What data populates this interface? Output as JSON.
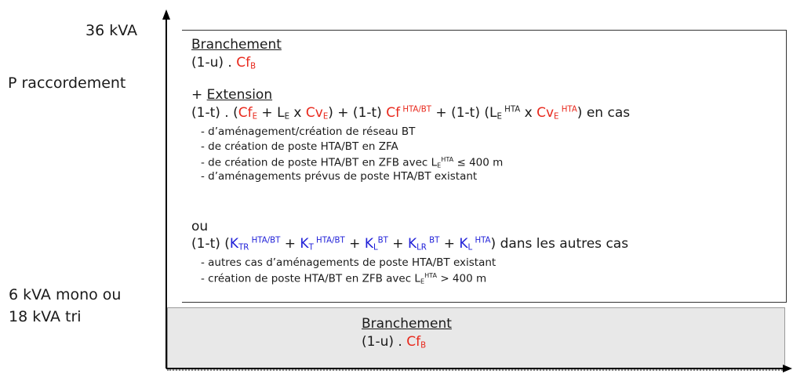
{
  "axis_labels": {
    "top": "36 kVA",
    "middle": "P raccordement",
    "bottom_line1": "6 kVA mono ou",
    "bottom_line2": "18 kVA tri"
  },
  "colors": {
    "red": "#e8281c",
    "blue": "#2020d8"
  },
  "top_box": {
    "branchement_title": "Branchement",
    "branchement_formula": {
      "prefix": "(1-u) . ",
      "term": "Cf",
      "term_sub": "B"
    },
    "extension_plus": "+ ",
    "extension_title": "Extension",
    "extension_formula": {
      "p1": "(1-t) . (",
      "cf": "Cf",
      "cf_sub": "E",
      "p2": " + L",
      "l_sub": "E",
      "p3": " x ",
      "cv": "Cv",
      "cv_sub": "E",
      "p4": ") + (1-t) ",
      "cf2": "Cf",
      "cf2_sup": " HTA/BT",
      "p5": " + (1-t) (L",
      "l2_sub": "E",
      "l2_sup": " HTA",
      "p6": " x ",
      "cv2": "Cv",
      "cv2_sub": "E",
      "cv2_sup": " HTA",
      "p7": ")  en cas"
    },
    "extension_cases": [
      "- d’aménagement/création de réseau BT",
      "- de création de poste HTA/BT en ZFA",
      "- d’aménagements prévus de poste HTA/BT existant"
    ],
    "extension_case_l400": {
      "prefix": "- de création de poste HTA/BT en ZFB avec L",
      "sub": "E",
      "sup": "HTA",
      "suffix": " ≤ 400 m"
    },
    "ou": "ou",
    "autres_formula": {
      "p1": "(1-t) (",
      "ktr": "K",
      "ktr_sub": "TR",
      "ktr_sup": " HTA/BT",
      "plus1": " + ",
      "kt": "K",
      "kt_sub": "T",
      "kt_sup": " HTA/BT",
      "plus2": " + ",
      "kl": "K",
      "kl_sub": "L",
      "kl_sup": "BT",
      "plus3": " + ",
      "klr": "K",
      "klr_sub": "LR",
      "klr_sup": " BT",
      "plus4": " + ",
      "kl2": "K",
      "kl2_sub": "L",
      "kl2_sup": " HTA",
      "p2": ")  dans les autres cas"
    },
    "autres_case1": "- autres cas d’aménagements de poste HTA/BT existant",
    "autres_case2": {
      "prefix": "- création de poste HTA/BT en ZFB avec L",
      "sub": "E",
      "sup": "HTA",
      "suffix": " > 400 m"
    }
  },
  "bottom_box": {
    "branchement_title": "Branchement",
    "branchement_formula": {
      "prefix": "(1-u) . ",
      "term": "Cf",
      "term_sub": "B"
    }
  }
}
